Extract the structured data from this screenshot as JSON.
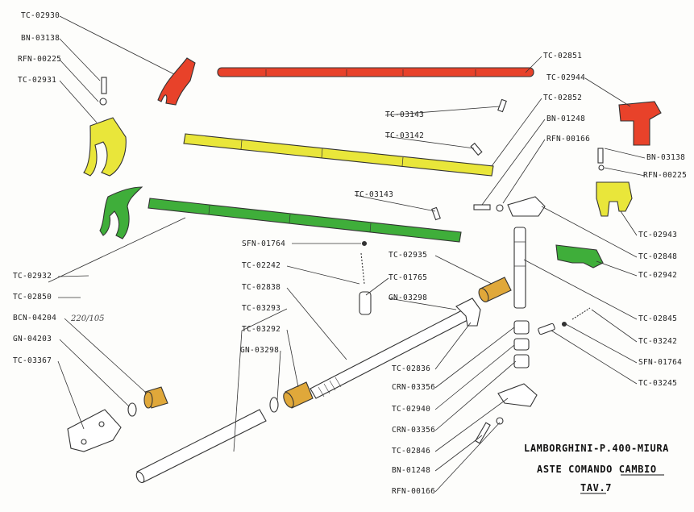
{
  "title": {
    "line1": "LAMBORGHINI-P.400-MIURA",
    "line2": "ASTE COMANDO CAMBIO",
    "line3": "TAV.7"
  },
  "handwritten_note": "220/105",
  "colors": {
    "red": "#e8422a",
    "yellow": "#e9e63a",
    "green": "#3fae3a",
    "bronze": "#e0a83a",
    "line": "#333333"
  },
  "parts": [
    {
      "id": "TC-02930"
    },
    {
      "id": "BN-03138"
    },
    {
      "id": "RFN-00225"
    },
    {
      "id": "TC-02931"
    },
    {
      "id": "TC-02851"
    },
    {
      "id": "TC-02944"
    },
    {
      "id": "TC-02852"
    },
    {
      "id": "TC-03143"
    },
    {
      "id": "BN-01248"
    },
    {
      "id": "TC-03142"
    },
    {
      "id": "RFN-00166"
    },
    {
      "id": "BN-03138"
    },
    {
      "id": "RFN-00225"
    },
    {
      "id": "TC-03143"
    },
    {
      "id": "TC-02943"
    },
    {
      "id": "TC-02848"
    },
    {
      "id": "SFN-01764"
    },
    {
      "id": "TC-02942"
    },
    {
      "id": "TC-02242"
    },
    {
      "id": "TC-02935"
    },
    {
      "id": "TC-01765"
    },
    {
      "id": "TC-02932"
    },
    {
      "id": "TC-02838"
    },
    {
      "id": "GN-03298"
    },
    {
      "id": "TC-02850"
    },
    {
      "id": "TC-03293"
    },
    {
      "id": "TC-02845"
    },
    {
      "id": "BCN-04204"
    },
    {
      "id": "TC-03292"
    },
    {
      "id": "TC-03242"
    },
    {
      "id": "GN-04203"
    },
    {
      "id": "GN-03298"
    },
    {
      "id": "SFN-01764"
    },
    {
      "id": "TC-03367"
    },
    {
      "id": "TC-02836"
    },
    {
      "id": "TC-03245"
    },
    {
      "id": "CRN-03356"
    },
    {
      "id": "TC-02940"
    },
    {
      "id": "CRN-03356"
    },
    {
      "id": "TC-02846"
    },
    {
      "id": "BN-01248"
    },
    {
      "id": "RFN-00166"
    }
  ]
}
